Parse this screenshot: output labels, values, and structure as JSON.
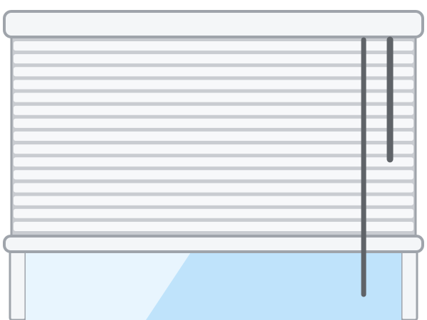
{
  "illustration": {
    "subject": "window-blind-partially-raised",
    "colors": {
      "frame": "#9fa4ab",
      "frame_fill": "#f4f6f8",
      "slat_fill": "#f7f8fa",
      "slat_gap": "#c9ccd1",
      "cord": "#5f6368",
      "glass": "#bfe3fb",
      "glass_highlight": "#e8f5fe"
    },
    "slat_count": 15,
    "lowered_fraction": 0.73
  }
}
